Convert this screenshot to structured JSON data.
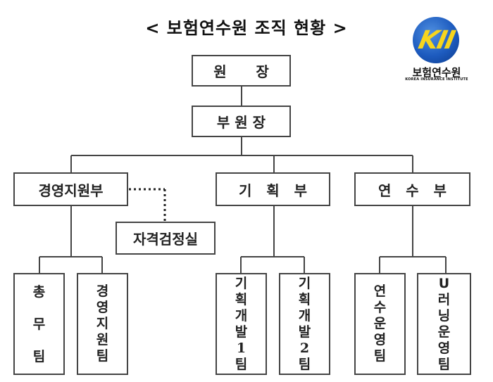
{
  "title": "< 보험연수원 조직 현황 >",
  "logo": {
    "mark": "KII",
    "name_kr": "보험연수원",
    "name_en": "KOREA INSURANCE INSTITUTE",
    "colors": {
      "circle": "#1d5bbf",
      "mark": "#f7d51c"
    }
  },
  "org": {
    "president": "원      장",
    "vice_president": "부 원 장",
    "departments": [
      {
        "id": "management-support",
        "label": "경영지원부",
        "teams": [
          {
            "chars": [
              "총",
              "무",
              "팀"
            ]
          },
          {
            "chars": [
              "경",
              "영",
              "지",
              "원",
              "팀"
            ]
          }
        ]
      },
      {
        "id": "planning",
        "label": "기   획   부",
        "teams": [
          {
            "chars": [
              "기",
              "획",
              "개",
              "발",
              "1",
              "팀"
            ]
          },
          {
            "chars": [
              "기",
              "획",
              "개",
              "발",
              "2",
              "팀"
            ]
          }
        ]
      },
      {
        "id": "training",
        "label": "연   수   부",
        "teams": [
          {
            "chars": [
              "연",
              "수",
              "운",
              "영",
              "팀"
            ]
          },
          {
            "chars": [
              "U",
              "러",
              "닝",
              "운",
              "영",
              "팀"
            ]
          }
        ]
      }
    ],
    "staff_office": {
      "label": "자격검정실",
      "attached_to": "경영지원부",
      "connection": "dotted"
    }
  },
  "colors": {
    "line": "#444444",
    "box_border": "#444444",
    "text": "#222222"
  }
}
